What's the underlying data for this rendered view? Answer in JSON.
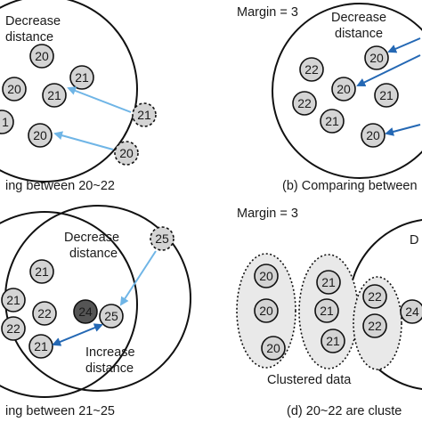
{
  "panels": {
    "a": {
      "title": "Decrease distance",
      "title_line1": "Decrease",
      "title_line2": "distance",
      "caption": "ing between 20~22",
      "inside_nodes": [
        "20",
        "21",
        "20",
        "21",
        "1",
        "20"
      ],
      "outside_nodes": [
        "21",
        "20"
      ]
    },
    "b": {
      "margin": "Margin = 3",
      "title_line1": "Decrease",
      "title_line2": "distance",
      "caption": "(b) Comparing between",
      "inside_nodes": [
        "20",
        "22",
        "20",
        "22",
        "21",
        "21",
        "20"
      ]
    },
    "c": {
      "top_label_line1": "Decrease",
      "top_label_line2": "distance",
      "bottom_label_line1": "Increase",
      "bottom_label_line2": "distance",
      "caption": "ing between 21~25",
      "nodes": [
        "21",
        "21",
        "22",
        "22",
        "21",
        "24",
        "25"
      ],
      "outside_node": "25"
    },
    "d": {
      "margin": "Margin = 3",
      "group_label": "Clustered data",
      "caption": "(d) 20~22 are cluste",
      "edge_label": "D",
      "cluster1_nodes": [
        "20",
        "20",
        "20"
      ],
      "cluster2_nodes": [
        "21",
        "21",
        "21"
      ],
      "cluster3_nodes": [
        "22",
        "22"
      ],
      "edge_node": "24"
    }
  },
  "colors": {
    "node_fill": "#d4d4d4",
    "dark_node_fill": "#555555",
    "arrow_light": "#6fb5e6",
    "arrow_dark": "#2468b4",
    "cluster_fill": "#e9e9e9"
  }
}
